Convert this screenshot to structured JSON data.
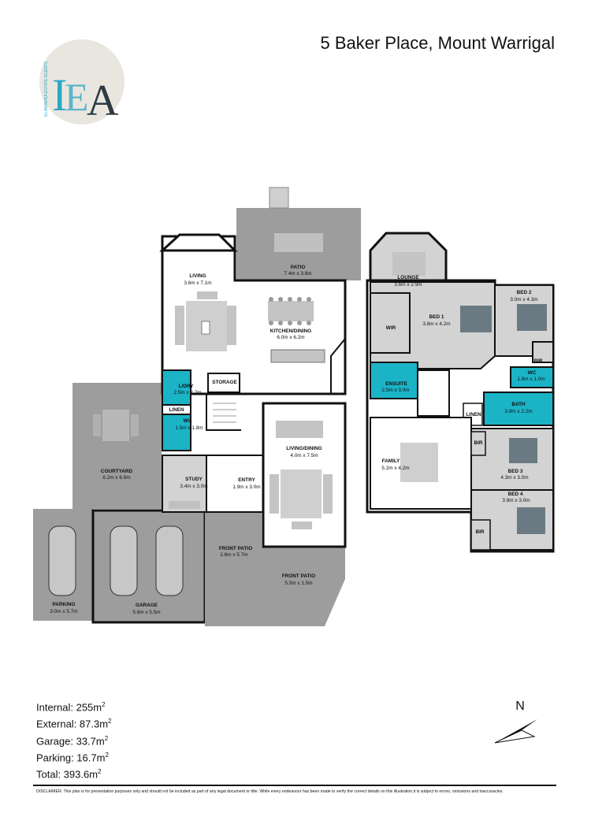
{
  "address": "5 Baker Place, Mount Warrigal",
  "logo": {
    "text": "ILLAWARRA ESTATE AGENTS",
    "letters": "IEA",
    "accent": "#2ea7c4"
  },
  "colors": {
    "wet_area": "#1bb3c6",
    "room": "#d3d3d3",
    "outdoor": "#9d9d9d",
    "wall": "#111111"
  },
  "rooms": {
    "patio": {
      "name": "PATIO",
      "size": "7.4m x 3.8m"
    },
    "living": {
      "name": "LIVING",
      "size": "3.6m x 7.1m"
    },
    "kitchen": {
      "name": "KITCHEN/DINING",
      "size": "6.0m x 6.2m"
    },
    "storage": {
      "name": "STORAGE"
    },
    "ldry": {
      "name": "L/DRY",
      "size": "2.5m x 2.2m"
    },
    "linen_gf": {
      "name": "LINEN"
    },
    "wc_gf": {
      "name": "WC",
      "size": "1.5m x 1.8m"
    },
    "courtyard": {
      "name": "COURTYARD",
      "size": "6.2m x 6.8m"
    },
    "study": {
      "name": "STUDY",
      "size": "3.4m x 3.0m"
    },
    "entry": {
      "name": "ENTRY",
      "size": "1.9m x 3.0m"
    },
    "living_dining": {
      "name": "LIVING/DINING",
      "size": "4.0m x 7.5m"
    },
    "front_patio_1": {
      "name": "FRONT PATIO",
      "size": "2.8m x 5.7m"
    },
    "front_patio_2": {
      "name": "FRONT PATIO",
      "size": "5.5m x 1.5m"
    },
    "parking": {
      "name": "PARKING",
      "size": "3.0m x 5.7m"
    },
    "garage": {
      "name": "GARAGE",
      "size": "5.6m x 5.5m"
    },
    "lounge": {
      "name": "LOUNGE",
      "size": "3.6m x 2.9m"
    },
    "bed1": {
      "name": "BED 1",
      "size": "3.8m x 4.2m"
    },
    "wir": {
      "name": "WIR"
    },
    "bed2": {
      "name": "BED 2",
      "size": "3.0m x 4.3m"
    },
    "bir1": {
      "name": "BIR"
    },
    "wc_ff": {
      "name": "WC",
      "size": "1.9m x 1.0m"
    },
    "ensuite": {
      "name": "ENSUITE",
      "size": "2.5m x 3.0m"
    },
    "bath": {
      "name": "BATH",
      "size": "3.8m x 2.2m"
    },
    "linen_ff": {
      "name": "LINEN"
    },
    "family": {
      "name": "FAMILY",
      "size": "5.2m x 4.2m"
    },
    "bir2": {
      "name": "BIR"
    },
    "bed3": {
      "name": "BED 3",
      "size": "4.3m x 3.0m"
    },
    "bed4": {
      "name": "BED 4",
      "size": "3.9m x 3.0m"
    },
    "bir3": {
      "name": "BIR"
    }
  },
  "areas": [
    {
      "label": "Internal: 255m",
      "sup": "2"
    },
    {
      "label": "External: 87.3m",
      "sup": "2"
    },
    {
      "label": "Garage: 33.7m",
      "sup": "2"
    },
    {
      "label": "Parking: 16.7m",
      "sup": "2"
    },
    {
      "label": "Total: 393.6m",
      "sup": "2"
    }
  ],
  "north_label": "N",
  "disclaimer": "DISCLAIMER: This plan is for presentation purposes only and should not be included as part of any legal document or title. While every endeavour has been made to verify the correct details on this illustration,it is subject to errors, omissions and inaccuracies."
}
